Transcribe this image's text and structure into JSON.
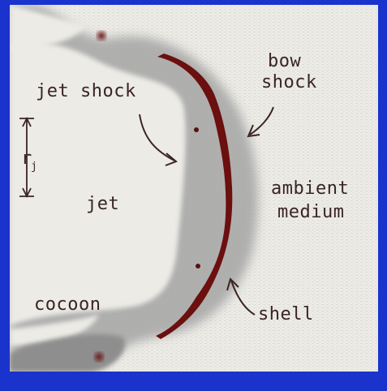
{
  "labels": {
    "jet_shock": "jet shock",
    "bow_line1": "bow",
    "bow_line2": "shock",
    "ambient_line1": "ambient",
    "ambient_line2": "medium",
    "jet": "jet",
    "cocoon": "cocoon",
    "shell": "shell",
    "radius": "r",
    "radius_sub": "j"
  },
  "colors": {
    "border": "#1a33cc",
    "background": "#ecebe6",
    "shock_gray": "#9a9a9a",
    "shell": "#6b0f0f",
    "text": "#3a2424"
  }
}
